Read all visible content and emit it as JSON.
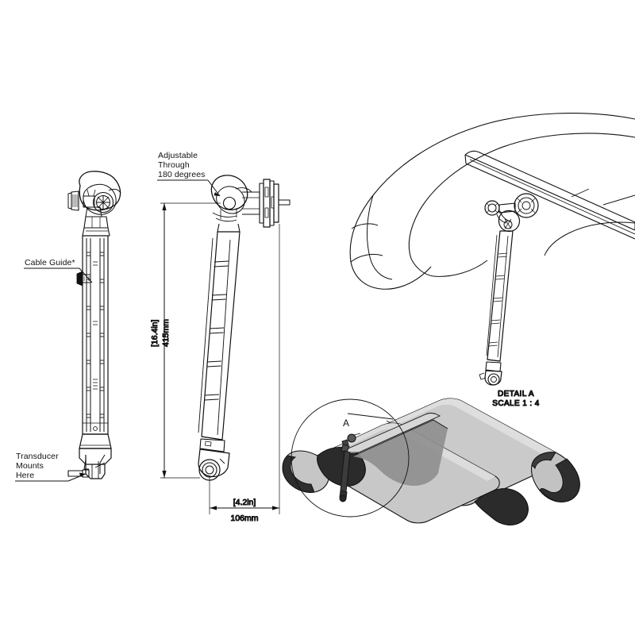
{
  "drawing": {
    "background_color": "#ffffff",
    "line_color": "#111111",
    "annotations": {
      "adjustable": {
        "line1": "Adjustable",
        "line2": "Through",
        "line3": "180 degrees"
      },
      "cable_guide": "Cable Guide*",
      "transducer_mount": {
        "line1": "Transducer",
        "line2": "Mounts",
        "line3": "Here"
      }
    },
    "dimensions": {
      "height_inches": "[16.4in]",
      "height_mm": "415mm",
      "width_inches": "[4.2in]",
      "width_mm": "106mm"
    },
    "detail_view": {
      "title": "DETAIL A",
      "scale": "SCALE 1 : 4",
      "marker": "A"
    }
  },
  "colors": {
    "hull_light": "#d2d2d2",
    "hull_mid": "#b9b9b9",
    "hull_dark": "#9a9a9a",
    "hull_shadow": "#848484",
    "cone_dark": "#2b2b2b",
    "cone_band": "#3a3a3a",
    "stroke": "#111111"
  }
}
